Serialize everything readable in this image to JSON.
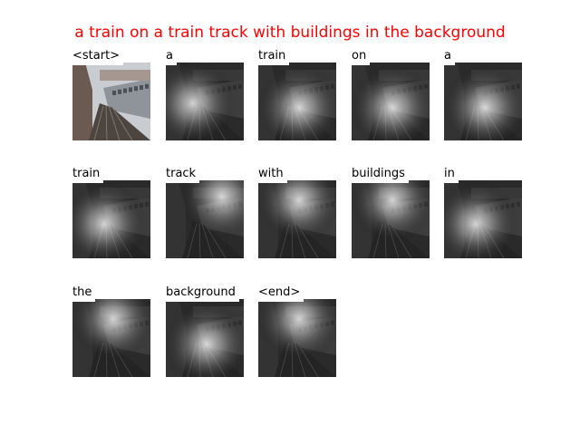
{
  "title": "a train on a train track with buildings in the background",
  "tokens": [
    "<start>",
    "a",
    "train",
    "on",
    "a",
    "train",
    "track",
    "with",
    "buildings",
    "in",
    "the",
    "background",
    "<end>"
  ],
  "attention_focus": [
    "none",
    "left-mid",
    "center",
    "center",
    "center",
    "center-left",
    "top-right",
    "top-center",
    "top-center",
    "center-left",
    "top-center",
    "center",
    "top-center"
  ]
}
